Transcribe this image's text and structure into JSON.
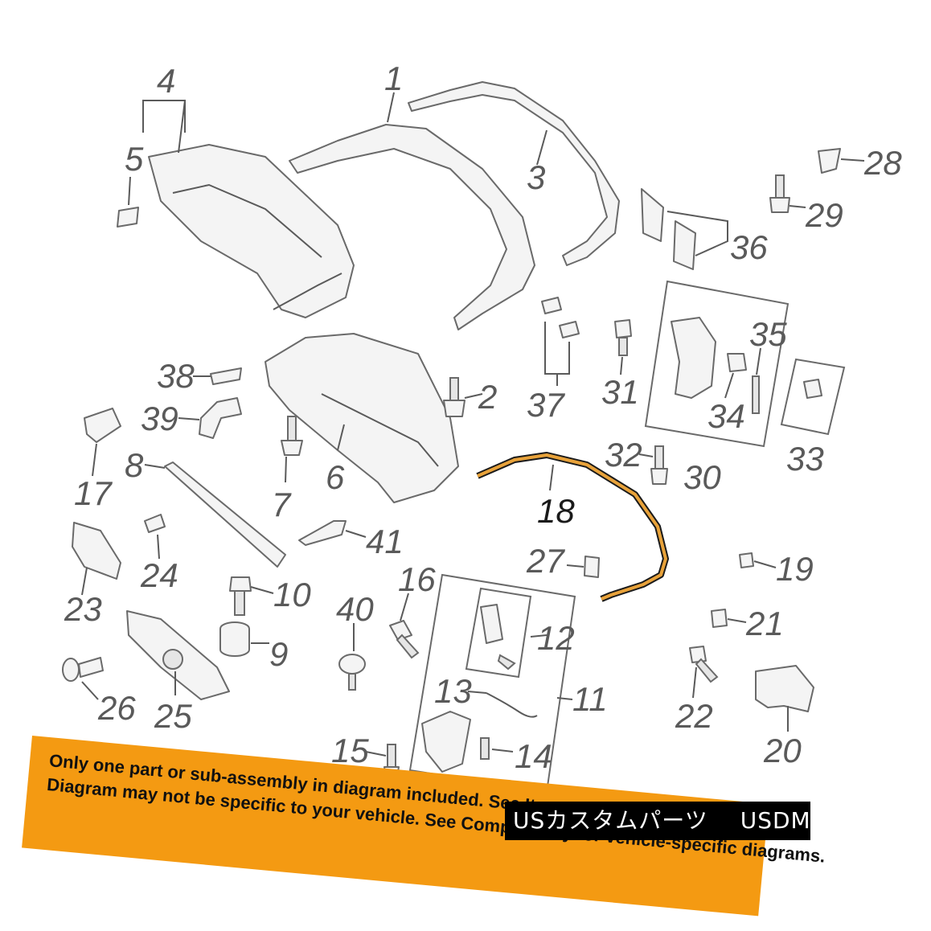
{
  "diagram": {
    "callouts": [
      "1",
      "2",
      "3",
      "4",
      "5",
      "6",
      "7",
      "8",
      "9",
      "10",
      "11",
      "12",
      "13",
      "14",
      "15",
      "16",
      "17",
      "18",
      "19",
      "20",
      "21",
      "22",
      "23",
      "24",
      "25",
      "26",
      "27",
      "28",
      "29",
      "30",
      "31",
      "32",
      "33",
      "34",
      "35",
      "36",
      "37",
      "38",
      "39",
      "40",
      "41"
    ],
    "highlighted_part": "18",
    "highlight_color": "#e8a23a"
  },
  "banner": {
    "line1": "Only one part or sub-assembly in diagram included. See Item Specifics for Reference #.",
    "line2": "Diagram may not be specific to your vehicle. See Compatibility for vehicle-specific diagrams.",
    "color": "#f49a12"
  },
  "watermark": {
    "left": "USカスタムパーツ",
    "right": "USDM"
  }
}
